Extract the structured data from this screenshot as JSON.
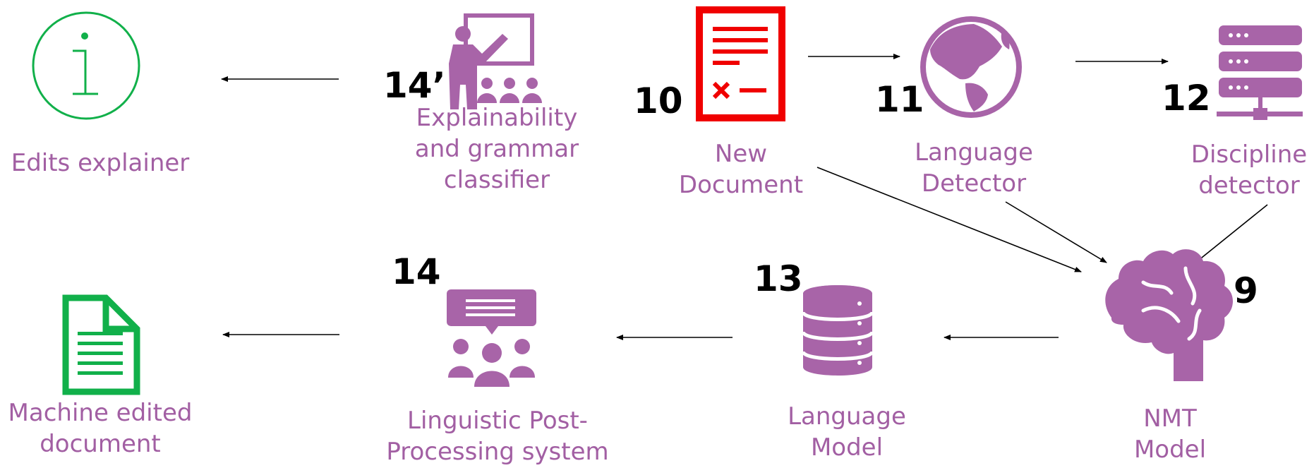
{
  "colors": {
    "purple": "#a864a8",
    "label_purple": "#a25fa3",
    "red": "#f00000",
    "green": "#11b04a",
    "number_black": "#000000"
  },
  "nodes": {
    "edits_explainer": {
      "label": "Edits explainer",
      "icon": "info-icon"
    },
    "explainability": {
      "number": "14’",
      "label": "Explainability\nand grammar\nclassifier",
      "icon": "teacher-presentation-icon"
    },
    "new_document": {
      "number": "10",
      "label": "New\nDocument",
      "icon": "document-error-icon"
    },
    "language_detector": {
      "number": "11",
      "label": "Language\nDetector",
      "icon": "globe-icon"
    },
    "discipline_detector": {
      "number": "12",
      "label": "Discipline\ndetector",
      "icon": "server-icon"
    },
    "nmt_model": {
      "number": "9",
      "label": "NMT\nModel",
      "icon": "brain-icon"
    },
    "language_model": {
      "number": "13",
      "label": "Language\nModel",
      "icon": "database-icon"
    },
    "post_processing": {
      "number": "14",
      "label": "Linguistic Post-\nProcessing system",
      "icon": "group-chat-icon"
    },
    "machine_edited": {
      "label": "Machine edited\ndocument",
      "icon": "document-icon"
    }
  }
}
